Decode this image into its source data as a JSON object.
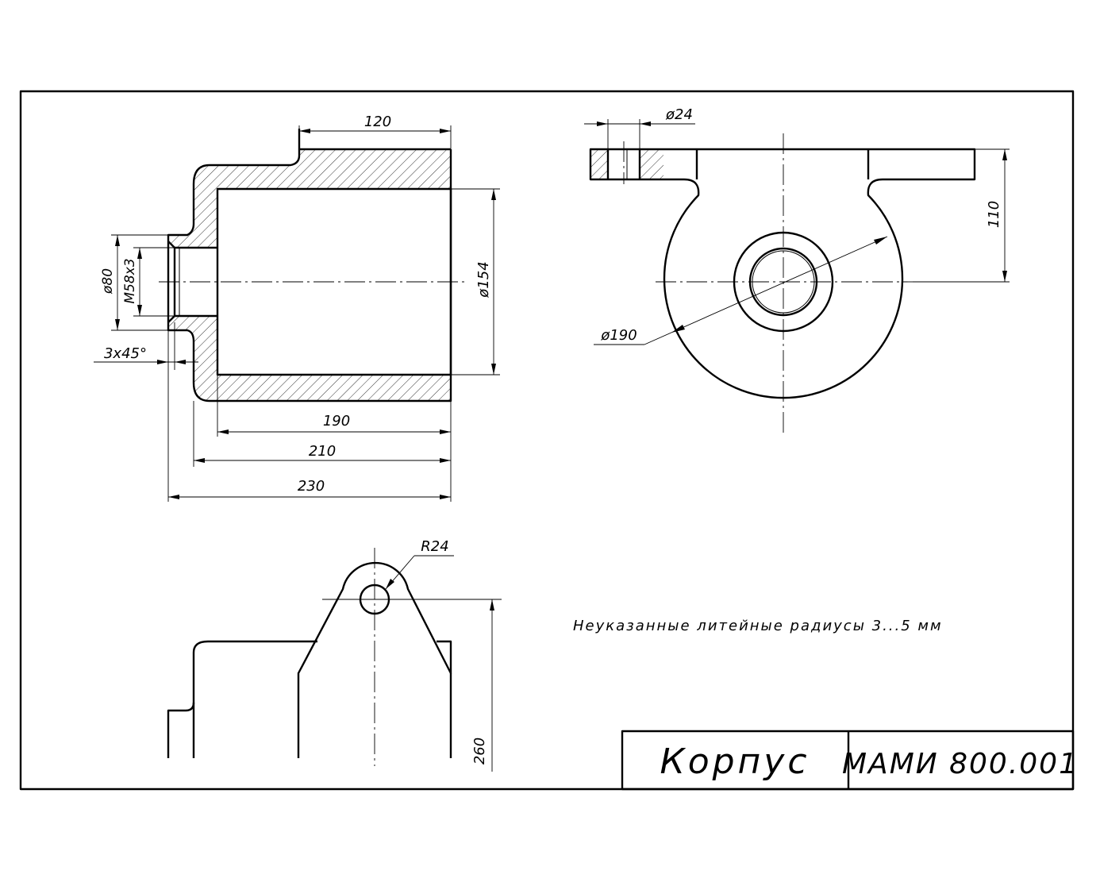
{
  "title_block": {
    "part_name": "Корпус",
    "designation": "МАМИ 800.001"
  },
  "note": "Неуказанные литейные радиусы 3...5 мм",
  "front_view": {
    "dim_top_length": "120",
    "dim_bore_diameter": "ø154",
    "dim_outer_small_diameter": "ø80",
    "dim_thread": "М58х3",
    "dim_chamfer": "3х45°",
    "dim_190": "190",
    "dim_210": "210",
    "dim_230": "230"
  },
  "top_view": {
    "dim_hole_diameter": "ø24",
    "dim_height": "110",
    "dim_outer_diameter": "ø190"
  },
  "side_view": {
    "dim_radius": "R24",
    "dim_height": "260"
  }
}
